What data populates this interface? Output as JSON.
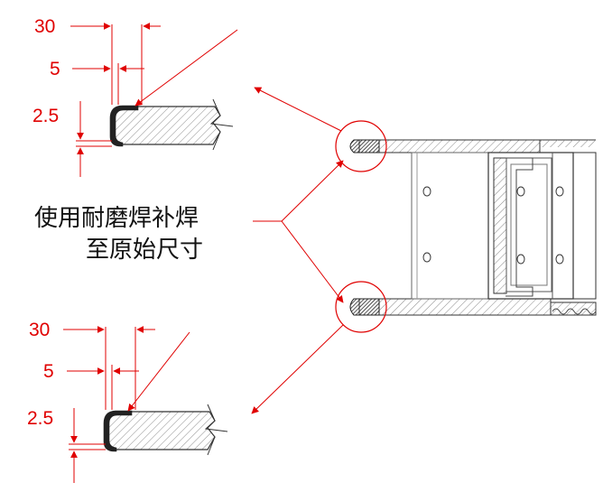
{
  "top_detail": {
    "dim_30": "30",
    "dim_5": "5",
    "dim_2_5": "2.5"
  },
  "bottom_detail": {
    "dim_30": "30",
    "dim_5": "5",
    "dim_2_5": "2.5"
  },
  "caption": {
    "line1": "使用耐磨焊补焊",
    "line2": "至原始尺寸"
  },
  "colors": {
    "annotation": "#e00000",
    "outline": "#333333",
    "hatch": "#888888"
  }
}
